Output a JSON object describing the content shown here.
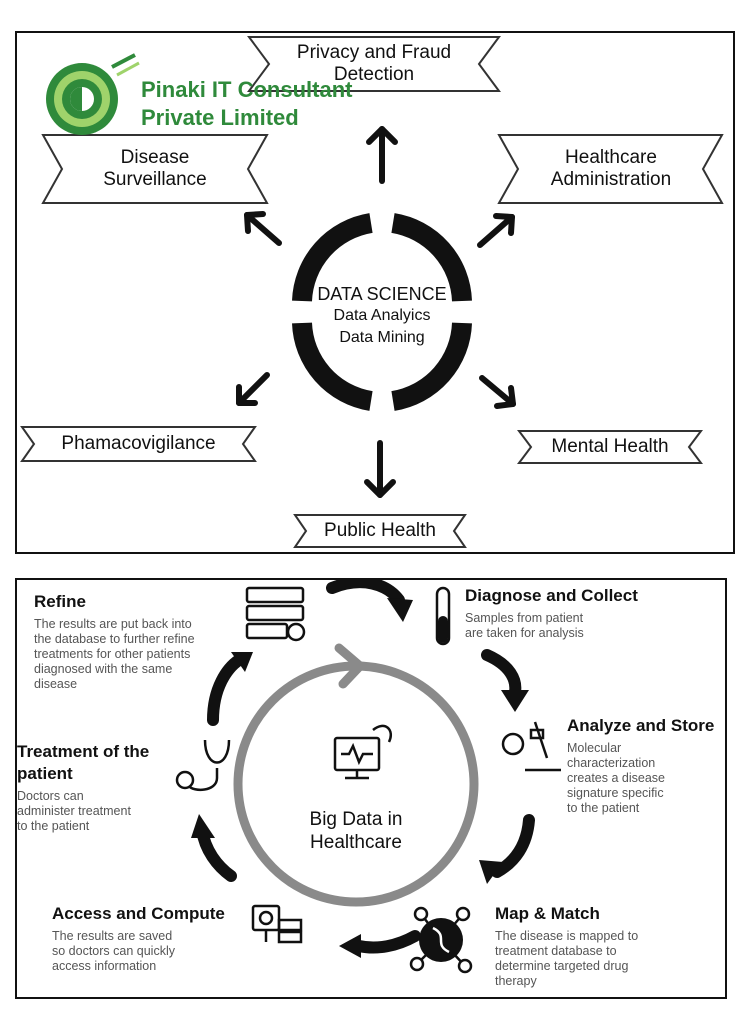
{
  "logo": {
    "line1": "Pinaki IT Consultant",
    "line2": "Private Limited",
    "colors": {
      "green": "#2f8a3b",
      "light": "#9fd36b"
    }
  },
  "top_diagram": {
    "hub": {
      "line1": "DATA SCIENCE",
      "line2": "Data Analyics",
      "line3": "Data Mining"
    },
    "nodes": {
      "top": {
        "line1": "Privacy and Fraud",
        "line2": "Detection"
      },
      "top_left": {
        "line1": "Disease",
        "line2": "Surveillance"
      },
      "top_right": {
        "line1": "Healthcare",
        "line2": "Administration"
      },
      "left": "Phamacovigilance",
      "right": "Mental Health",
      "bottom": "Public Health"
    }
  },
  "bottom_diagram": {
    "center": {
      "line1": "Big Data in",
      "line2": "Healthcare"
    },
    "steps": {
      "refine": {
        "title": "Refine",
        "desc": [
          "The results are put back into",
          "the database to further refine",
          "treatments for other patients",
          "diagnosed with the same",
          "disease"
        ]
      },
      "diagnose": {
        "title": "Diagnose and Collect",
        "desc": [
          "Samples from patient",
          "are taken for analysis"
        ]
      },
      "analyze": {
        "title": "Analyze and Store",
        "desc": [
          "Molecular",
          "characterization",
          "creates a disease",
          "signature specific",
          "to the patient"
        ]
      },
      "treatment": {
        "title1": "Treatment of the",
        "title2": "patient",
        "desc": [
          "Doctors can",
          "administer treatment",
          "to the patient"
        ]
      },
      "access": {
        "title": "Access and Compute",
        "desc": [
          "The results are saved",
          "so doctors can quickly",
          "access information"
        ]
      },
      "map": {
        "title": "Map & Match",
        "desc": [
          "The disease is mapped to",
          "treatment database to",
          "determine targeted drug",
          "therapy"
        ]
      }
    }
  }
}
